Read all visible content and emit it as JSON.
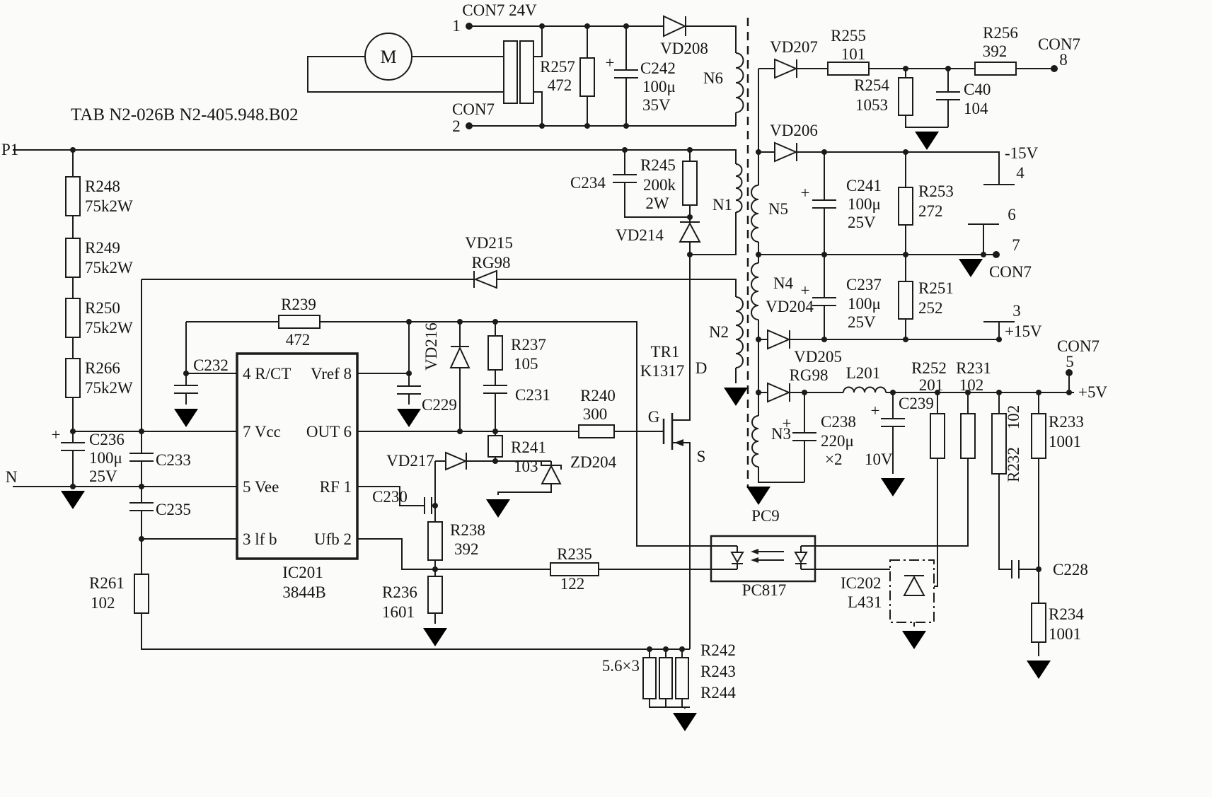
{
  "title": "TAB N2-026B  N2-405.948.B02",
  "rails": {
    "p1": "P1",
    "n": "N",
    "neg15": "-15V",
    "pos15": "+15V",
    "pos5": "+5V"
  },
  "con7": {
    "top": "CON7 24V",
    "pin1": "1",
    "mid": "CON7",
    "pin2": "2",
    "right_top": "CON7",
    "pin8": "8",
    "pin4": "4",
    "pin6": "6",
    "pin7": "7",
    "right_mid": "CON7",
    "pin3": "3",
    "right_low": "CON7",
    "pin5": "5"
  },
  "motor": "M",
  "windings": {
    "n1": "N1",
    "n2": "N2",
    "n3": "N3",
    "n4": "N4",
    "n5": "N5",
    "n6": "N6"
  },
  "ic201": {
    "ref": "IC201",
    "part": "3844B",
    "pin4": "4 R/CT",
    "pin8": "Vref 8",
    "pin7": "7 Vcc",
    "pin6": "OUT 6",
    "pin5": "5 Vee",
    "pin1": "RF 1",
    "pin3": "3 lf b",
    "pin2": "Ufb 2"
  },
  "tr1": {
    "ref": "TR1",
    "part": "K1317",
    "d": "D",
    "g": "G",
    "s": "S"
  },
  "opto": {
    "ref": "PC9",
    "part": "PC817"
  },
  "ic202": {
    "ref": "IC202",
    "part": "L431"
  },
  "sym": {
    "plus": "+"
  },
  "parts": {
    "r248": {
      "ref": "R248",
      "val": "75k2W"
    },
    "r249": {
      "ref": "R249",
      "val": "75k2W"
    },
    "r250": {
      "ref": "R250",
      "val": "75k2W"
    },
    "r266": {
      "ref": "R266",
      "val": "75k2W"
    },
    "c236": {
      "ref": "C236",
      "val": "100μ",
      "val2": "25V"
    },
    "c233": {
      "ref": "C233"
    },
    "c235": {
      "ref": "C235"
    },
    "r261": {
      "ref": "R261",
      "val": "102"
    },
    "r257": {
      "ref": "R257",
      "val": "472"
    },
    "c242": {
      "ref": "C242",
      "val": "100μ",
      "val2": "35V"
    },
    "vd208": {
      "ref": "VD208"
    },
    "vd207": {
      "ref": "VD207"
    },
    "r255": {
      "ref": "R255",
      "val": "101"
    },
    "r254": {
      "ref": "R254",
      "val": "1053"
    },
    "c40": {
      "ref": "C40",
      "val": "104"
    },
    "r256": {
      "ref": "R256",
      "val": "392"
    },
    "vd206": {
      "ref": "VD206"
    },
    "c241": {
      "ref": "C241",
      "val": "100μ",
      "val2": "25V"
    },
    "r253": {
      "ref": "R253",
      "val": "272"
    },
    "c237": {
      "ref": "C237",
      "val": "100μ",
      "val2": "25V"
    },
    "r251": {
      "ref": "R251",
      "val": "252"
    },
    "vd204": {
      "ref": "VD204"
    },
    "vd205": {
      "ref": "VD205",
      "val": "RG98"
    },
    "l201": {
      "ref": "L201"
    },
    "c238": {
      "ref": "C238",
      "val": "220μ",
      "val2": "×2",
      "val3": "10V"
    },
    "c239": {
      "ref": "C239"
    },
    "r252": {
      "ref": "R252",
      "val": "201"
    },
    "r231": {
      "ref": "R231",
      "val": "102"
    },
    "r232": {
      "ref": "R232",
      "val": "102"
    },
    "r233": {
      "ref": "R233",
      "val": "1001"
    },
    "r234": {
      "ref": "R234",
      "val": "1001"
    },
    "c228": {
      "ref": "C228"
    },
    "c232": {
      "ref": "C232"
    },
    "r239": {
      "ref": "R239",
      "val": "472"
    },
    "c229": {
      "ref": "C229"
    },
    "vd216": {
      "ref": "VD216"
    },
    "r237": {
      "ref": "R237",
      "val": "105"
    },
    "c231": {
      "ref": "C231"
    },
    "vd217": {
      "ref": "VD217"
    },
    "r241": {
      "ref": "R241",
      "val": "103"
    },
    "zd204": {
      "ref": "ZD204"
    },
    "r240": {
      "ref": "R240",
      "val": "300"
    },
    "c230": {
      "ref": "C230"
    },
    "r238": {
      "ref": "R238",
      "val": "392"
    },
    "r236": {
      "ref": "R236",
      "val": "1601"
    },
    "r235": {
      "ref": "R235",
      "val": "122"
    },
    "vd215": {
      "ref": "VD215",
      "val": "RG98"
    },
    "c234": {
      "ref": "C234"
    },
    "r245": {
      "ref": "R245",
      "val": "200k",
      "val2": "2W"
    },
    "vd214": {
      "ref": "VD214"
    },
    "r242": {
      "ref": "R242"
    },
    "r243": {
      "ref": "R243"
    },
    "r244": {
      "ref": "R244"
    },
    "sense_note": "5.6×3"
  }
}
